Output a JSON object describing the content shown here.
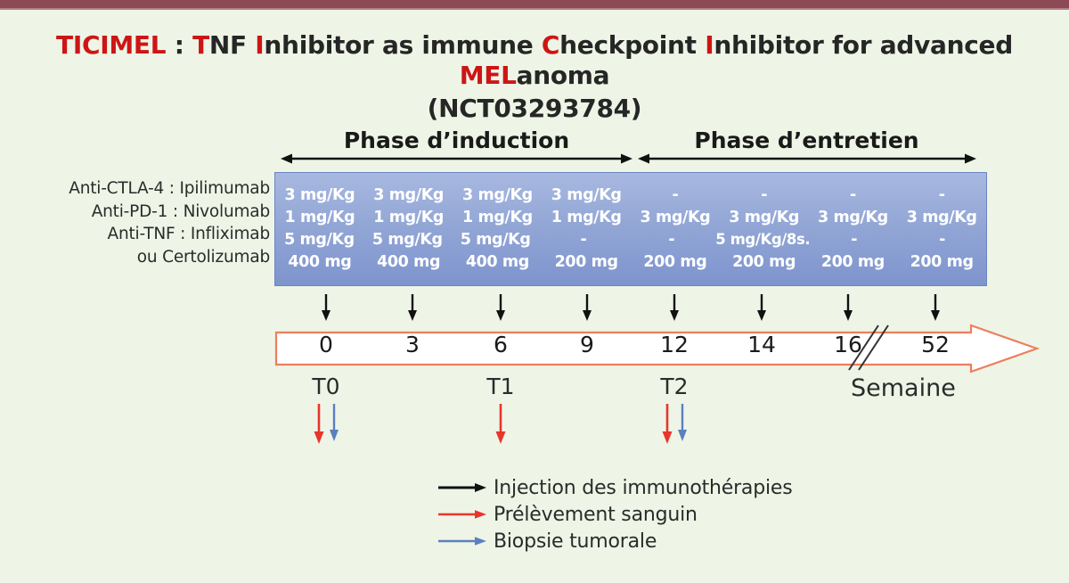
{
  "colors": {
    "background": "#eef5e6",
    "top_bar": "#8c4a55",
    "title_accent_red": "#cc1616",
    "title_dark": "#262626",
    "table_blue_top": "#a8b9e0",
    "table_blue_bottom": "#7e94cd",
    "timeline_outline": "#ef7d5e",
    "blood_red": "#e8352e",
    "biopsy_blue": "#5b7fc0"
  },
  "title": {
    "segments": [
      {
        "text": "TICIMEL",
        "color": "red"
      },
      {
        "text": " : ",
        "color": "dark"
      },
      {
        "text": "T",
        "color": "red"
      },
      {
        "text": "NF ",
        "color": "dark"
      },
      {
        "text": "I",
        "color": "red"
      },
      {
        "text": "nhibitor as immune ",
        "color": "dark"
      },
      {
        "text": "C",
        "color": "red"
      },
      {
        "text": "heckpoint ",
        "color": "dark"
      },
      {
        "text": "I",
        "color": "red"
      },
      {
        "text": "nhibitor for advanced ",
        "color": "dark"
      },
      {
        "text": "MEL",
        "color": "red"
      },
      {
        "text": "anoma",
        "color": "dark"
      }
    ],
    "line1_plain": "TICIMEL : TNF Inhibitor as immune Checkpoint Inhibitor for advanced MELanoma",
    "line2": "(NCT03293784)",
    "trial_id": "NCT03293784"
  },
  "phases": {
    "induction": {
      "label": "Phase d’induction",
      "columns": [
        0,
        1,
        2,
        3
      ]
    },
    "entretien": {
      "label": "Phase d’entretien",
      "columns": [
        4,
        5,
        6,
        7
      ]
    }
  },
  "treatment_table": {
    "row_labels": [
      "Anti-CTLA-4 : Ipilimumab",
      "Anti-PD-1 : Nivolumab",
      "Anti-TNF : Infliximab",
      "ou Certolizumab"
    ],
    "rows": [
      {
        "drug": "Ipilimumab",
        "target": "Anti-CTLA-4",
        "doses": [
          "3 mg/Kg",
          "3 mg/Kg",
          "3 mg/Kg",
          "3 mg/Kg",
          "-",
          "-",
          "-",
          "-"
        ]
      },
      {
        "drug": "Nivolumab",
        "target": "Anti-PD-1",
        "doses": [
          "1 mg/Kg",
          "1 mg/Kg",
          "1 mg/Kg",
          "1 mg/Kg",
          "3 mg/Kg",
          "3 mg/Kg",
          "3 mg/Kg",
          "3 mg/Kg"
        ]
      },
      {
        "drug": "Infliximab",
        "target": "Anti-TNF",
        "doses": [
          "5 mg/Kg",
          "5 mg/Kg",
          "5 mg/Kg",
          "-",
          "-",
          "5 mg/Kg/8s.",
          "-",
          "-"
        ]
      },
      {
        "drug": "Certolizumab",
        "target": "Anti-TNF",
        "doses": [
          "400 mg",
          "400 mg",
          "400 mg",
          "200 mg",
          "200 mg",
          "200 mg",
          "200 mg",
          "200 mg"
        ]
      }
    ]
  },
  "timeline": {
    "axis_label": "Semaine",
    "weeks": [
      "0",
      "3",
      "6",
      "9",
      "12",
      "14",
      "16",
      "52"
    ],
    "has_break_between": [
      "16",
      "52"
    ],
    "injection_arrow_count": 8
  },
  "timepoints": [
    {
      "label": "T0",
      "week": "0",
      "blood": true,
      "biopsy": true
    },
    {
      "label": "T1",
      "week": "6",
      "blood": true,
      "biopsy": false
    },
    {
      "label": "T2",
      "week": "12",
      "blood": true,
      "biopsy": true
    }
  ],
  "legend": [
    {
      "color_name": "black",
      "label": "Injection des immunothérapies"
    },
    {
      "color_name": "red",
      "label": "Prélèvement sanguin"
    },
    {
      "color_name": "blue",
      "label": "Biopsie tumorale"
    }
  ]
}
